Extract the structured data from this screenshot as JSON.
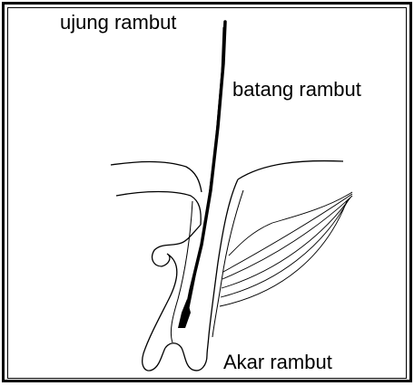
{
  "labels": {
    "hair_tip": "ujung rambut",
    "hair_shaft": "batang rambut",
    "hair_root": "Akar rambut"
  },
  "colors": {
    "line": "#000000",
    "background": "#ffffff"
  }
}
